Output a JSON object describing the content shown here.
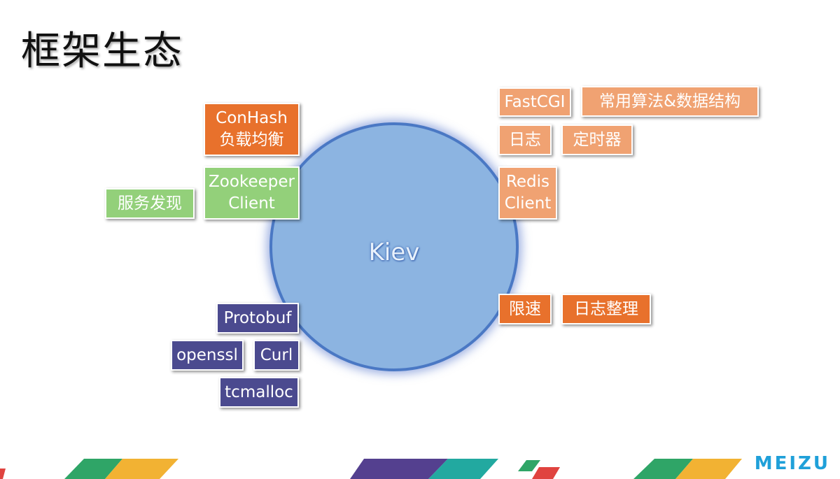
{
  "title": "框架生态",
  "hub": {
    "label": "Kiev"
  },
  "nodes": {
    "conhash": [
      "ConHash",
      "负载均衡"
    ],
    "zookeeper": [
      "Zookeeper",
      "Client"
    ],
    "service_discovery": "服务发现",
    "fastcgi": "FastCGI",
    "algorithms": "常用算法&数据结构",
    "logging": "日志",
    "timer": "定时器",
    "redis": [
      "Redis",
      "Client"
    ],
    "rate_limit": "限速",
    "log_cleanup": "日志整理",
    "protobuf": "Protobuf",
    "openssl": "openssl",
    "curl": "Curl",
    "tcmalloc": "tcmalloc"
  },
  "colors": {
    "hub_fill": "#8cb4e1",
    "hub_border": "#4a78c4",
    "orange_dark": "#e8712c",
    "orange_light": "#f0a272",
    "green": "#93d07a",
    "purple": "#4b4a8f",
    "brand": "#1fa0d9"
  },
  "footer": {
    "brand": "MEIZU"
  }
}
